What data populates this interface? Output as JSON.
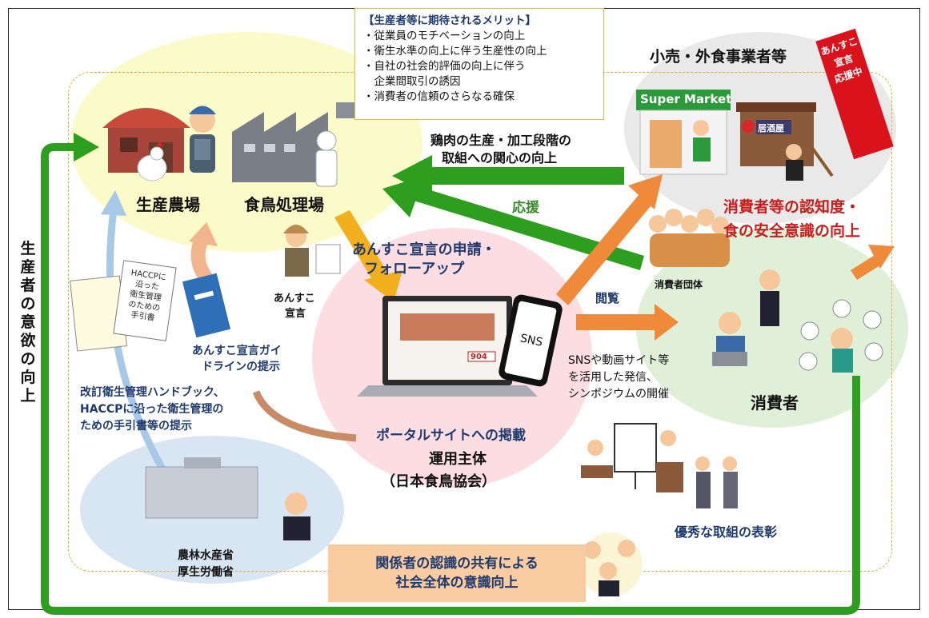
{
  "merits": {
    "title": "【生産者等に期待されるメリット】",
    "items": [
      "・従業員のモチベーションの向上",
      "・衛生水準の向上に伴う生産性の向上",
      "・自社の社会的評価の向上に伴う",
      "　企業間取引の誘因",
      "・消費者の信頼のさらなる確保"
    ]
  },
  "labels": {
    "farm": "生産農場",
    "plant": "食鳥処理場",
    "retail": "小売・外食事業者等",
    "interest_l1": "鶏肉の生産・加工段階の",
    "interest_l2": "取組への関心の向上",
    "support": "応援",
    "awareness_l1": "消費者等の認知度・",
    "awareness_l2": "食の安全意識の向上",
    "application_l1": "あんすこ宣言の申請・",
    "application_l2": "フォローアップ",
    "declaration_l1": "あんすこ",
    "declaration_l2": "宣言",
    "browse": "閲覧",
    "consumer_group": "消費者団体",
    "guideline_l1": "あんすこ宣言ガイ",
    "guideline_l2": "ドラインの提示",
    "handbook_l1": "改訂衛生管理ハンドブック、",
    "handbook_l2": "HACCPに沿った衛生管理の",
    "handbook_l3": "ための手引書等の提示",
    "dissemination_l1": "SNSや動画サイト等",
    "dissemination_l2": "を活用した発信、",
    "dissemination_l3": "シンポジウムの開催",
    "consumer": "消費者",
    "portal": "ポータルサイトへの掲載",
    "operator_l1": "運用主体",
    "operator_l2": "（日本食鳥協会）",
    "award": "優秀な取組の表彰",
    "ministry_l1": "農林水産省",
    "ministry_l2": "厚生労働省",
    "share_l1": "関係者の認識の共有による",
    "share_l2": "社会全体の意識向上",
    "motivation": [
      "生",
      "産",
      "者",
      "の",
      "意",
      "欲",
      "の",
      "向",
      "上"
    ],
    "banner": [
      "あんすこ宣言",
      "応援中"
    ],
    "supermarket": "Super Market",
    "izakaya": "居酒屋",
    "sns": "SNS",
    "haccp_doc": [
      "HACCPに",
      "沿った",
      "衛生管理",
      "のための",
      "手引書"
    ],
    "laptop_num": "904"
  },
  "colors": {
    "green_arrow": "#2e9e1e",
    "orange_arrow": "#ee8a3a",
    "navy_text": "#1f3a6e",
    "red_text": "#c81d1d",
    "producer_zone": "#fafbc8",
    "consumer_zone": "#e0f0d8",
    "retail_zone": "#e8e8e8",
    "operator_zone": "#fbdde2",
    "ministry_zone": "#d8e6f4"
  }
}
